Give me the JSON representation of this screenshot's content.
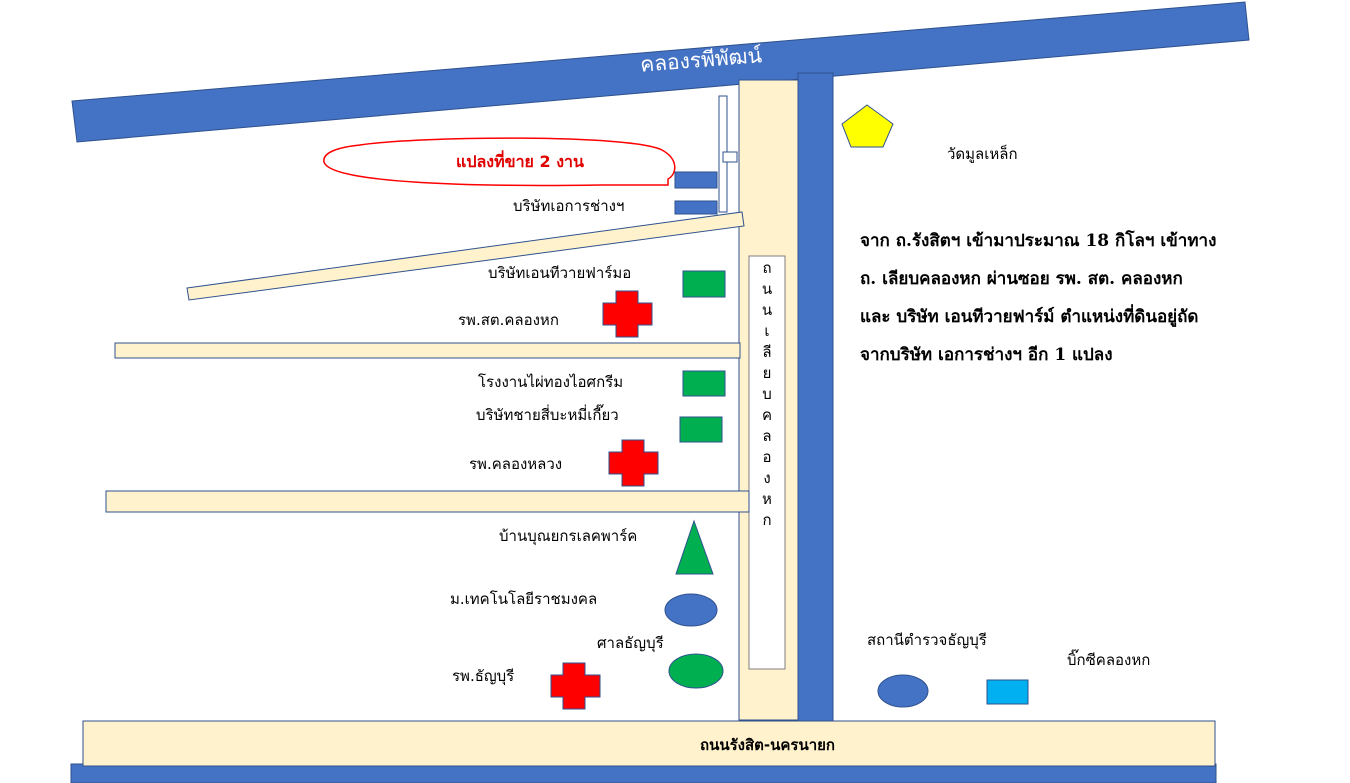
{
  "canal": {
    "label": "คลองรพีพัฒน์"
  },
  "plot": {
    "label": "แปลงที่ขาย 2 งาน"
  },
  "roads": {
    "bottom": "ถนนรังสิต-นครนายก",
    "vertical_chars": [
      "ถ",
      "น",
      "น",
      "เ",
      "ลี",
      "ย",
      "บ",
      "ค",
      "ล",
      "อ",
      "ง",
      "ห",
      "ก"
    ]
  },
  "labels": {
    "wat": "วัดมูลเหล็ก",
    "ekarn": "บริษัทเอการช่างฯ",
    "nt_wy": "บริษัทเอนทีวายฟาร์มอ",
    "hosp_khlong_hok": "รพ.สต.คลองหก",
    "ice_cream": "โรงงานไผ่ทองไอศกรีม",
    "chai_si": "บริษัทชายสี่บะหมี่เกี๊ยว",
    "hosp_khlong_luang": "รพ.คลองหลวง",
    "boonyakorn": "บ้านบุณยกรเลคพาร์ค",
    "rmutt": "ม.เทคโนโลยีราชมงคล",
    "court": "ศาลธัญบุรี",
    "hosp_thanyaburi": "รพ.ธัญบุรี",
    "police": "สถานีตำรวจธัญบุรี",
    "bigc": "บิ๊กซีคลองหก"
  },
  "description": [
    "จาก ถ.รังสิตฯ เข้ามาประมาณ 18 กิโลฯ เข้าทาง",
    "ถ. เลียบคลองหก ผ่านซอย รพ. สต. คลองหก",
    "และ บริษัท เอนทีวายฟาร์ม์ ตำแหน่งที่ดินอยู่ถัด",
    "จากบริษัท เอการช่างฯ อีก 1 แปลง"
  ],
  "colors": {
    "water": "#4472c4",
    "road": "#fff2cc",
    "road_border": "#2f528f",
    "hospital": "#ff0000",
    "green_marker": "#00b050",
    "pentagon": "#ffff00",
    "bigc": "#00b0f0",
    "plot_outline": "#ff0000"
  },
  "icons": {
    "hospital": "red-cross-icon",
    "temple": "pentagon-icon",
    "village": "triangle-icon"
  }
}
